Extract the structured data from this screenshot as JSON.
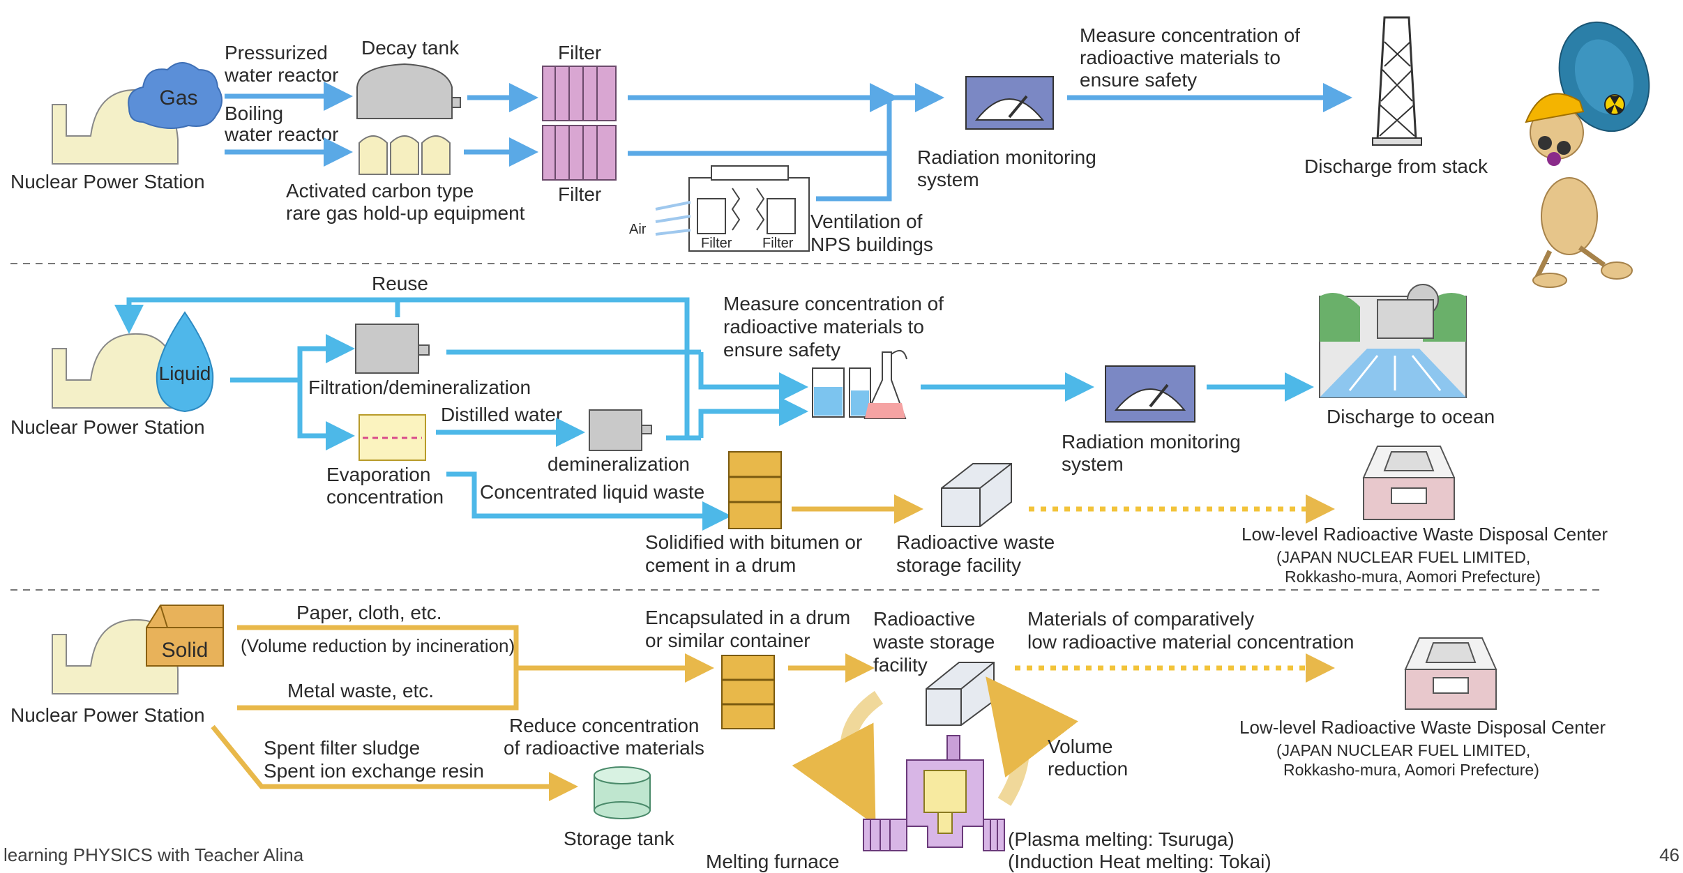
{
  "colors": {
    "blue": "#5aa9e6",
    "cyan": "#4db8e8",
    "gold": "#e8b84a",
    "dot": "#f2c33a",
    "gas": "#5b8fd8",
    "liquid": "#4fb7ea",
    "solid": "#e8b25a",
    "plant": "#f4f0c8",
    "pink": "#d9a6d2"
  },
  "gas": {
    "bubble": "Gas",
    "station": "Nuclear Power Station",
    "pwr_1": "Pressurized",
    "pwr_2": "water reactor",
    "bwr_1": "Boiling",
    "bwr_2": "water reactor",
    "decay_tank": "Decay tank",
    "filter_top": "Filter",
    "filter_bottom": "Filter",
    "carbon_1": "Activated carbon type",
    "carbon_2": "rare gas hold-up equipment",
    "air": "Air",
    "vent_filter_1": "Filter",
    "vent_filter_2": "Filter",
    "vent_1": "Ventilation of",
    "vent_2": "NPS buildings",
    "monitor_1": "Radiation monitoring",
    "monitor_2": "system",
    "measure_1": "Measure concentration of",
    "measure_2": "radioactive materials to",
    "measure_3": "ensure safety",
    "stack": "Discharge from stack"
  },
  "liquid": {
    "bubble": "Liquid",
    "station": "Nuclear Power Station",
    "reuse": "Reuse",
    "filtration": "Filtration/demineralization",
    "distilled": "Distilled water",
    "evap_1": "Evaporation",
    "evap_2": "concentration",
    "demin": "demineralization",
    "concentrated": "Concentrated liquid waste",
    "measure_1": "Measure concentration of",
    "measure_2": "radioactive materials to",
    "measure_3": "ensure safety",
    "monitor_1": "Radiation monitoring",
    "monitor_2": "system",
    "ocean": "Discharge to ocean",
    "solid_1": "Solidified with bitumen or",
    "solid_2": "cement in a drum",
    "storage_1": "Radioactive waste",
    "storage_2": "storage facility",
    "center_1": "Low-level Radioactive Waste Disposal Center",
    "center_2": "(JAPAN NUCLEAR FUEL LIMITED,",
    "center_3": "Rokkasho-mura, Aomori Prefecture)"
  },
  "solid": {
    "bubble": "Solid",
    "station": "Nuclear Power Station",
    "paper": "Paper, cloth, etc.",
    "volume_red": "(Volume reduction by incineration)",
    "metal": "Metal waste, etc.",
    "sludge_1": "Spent filter sludge",
    "sludge_2": "Spent ion exchange resin",
    "storage_tank": "Storage tank",
    "encap_1": "Encapsulated in a drum",
    "encap_2": "or similar container",
    "reduce_1": "Reduce concentration",
    "reduce_2": "of radioactive materials",
    "storage_1": "Radioactive",
    "storage_2": "waste storage",
    "storage_3": "facility",
    "materials_1": "Materials of comparatively",
    "materials_2": "low radioactive material concentration",
    "volume_1": "Volume",
    "volume_2": "reduction",
    "furnace": "Melting furnace",
    "plasma": "(Plasma melting: Tsuruga)",
    "induction": "(Induction Heat melting: Tokai)",
    "center_1": "Low-level Radioactive Waste Disposal Center",
    "center_2": "(JAPAN NUCLEAR FUEL LIMITED,",
    "center_3": "Rokkasho-mura, Aomori Prefecture)"
  },
  "footer": {
    "credit": "learning PHYSICS with Teacher Alina",
    "page": "46"
  }
}
